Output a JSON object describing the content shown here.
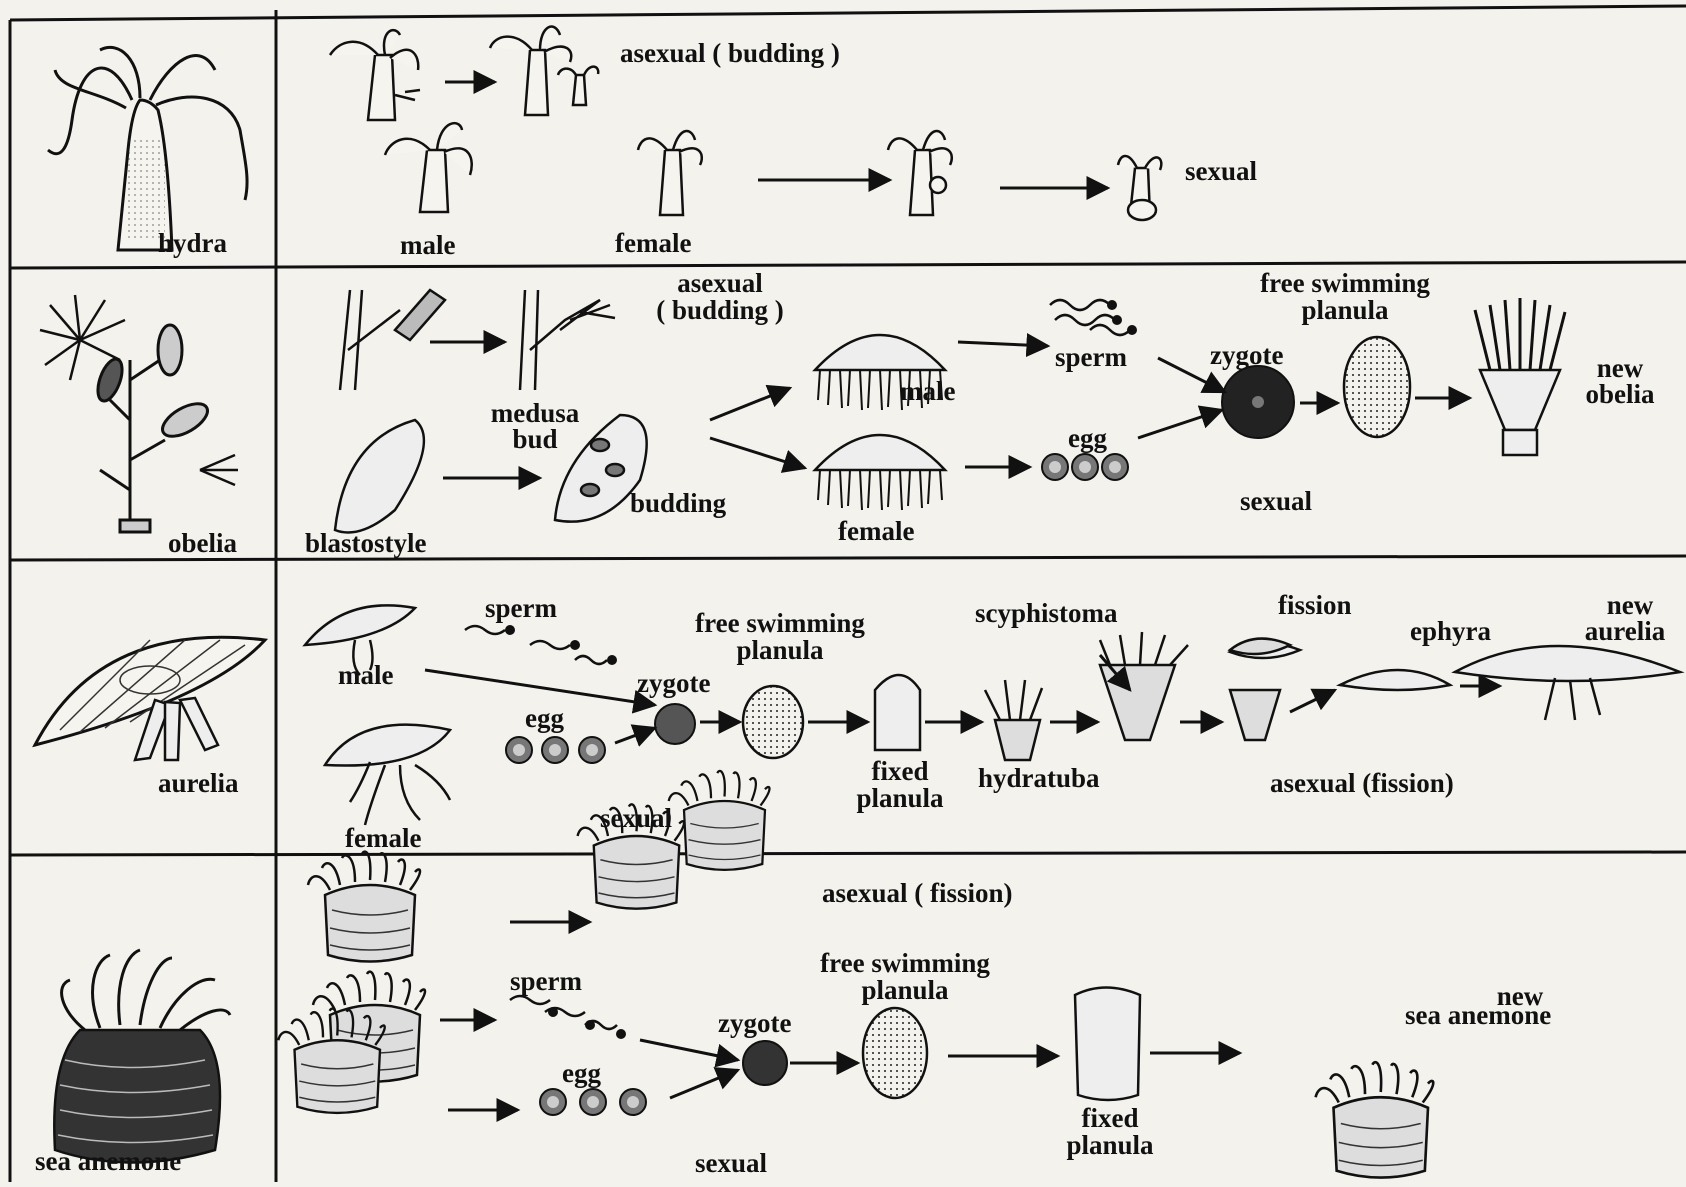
{
  "rows": {
    "hydra": {
      "organism": "hydra",
      "asexual": "asexual ( budding )",
      "male": "male",
      "female": "female",
      "sexual": "sexual"
    },
    "obelia": {
      "organism": "obelia",
      "asexual_l1": "asexual",
      "asexual_l2": "( budding )",
      "medusa_l1": "medusa",
      "medusa_l2": "bud",
      "blastostyle": "blastostyle",
      "budding": "budding",
      "male": "male",
      "female": "female",
      "sperm": "sperm",
      "egg": "egg",
      "zygote": "zygote",
      "free_l1": "free swimming",
      "free_l2": "planula",
      "new_l1": "new",
      "new_l2": "obelia",
      "sexual": "sexual"
    },
    "aurelia": {
      "organism": "aurelia",
      "male": "male",
      "female": "female",
      "sperm": "sperm",
      "egg": "egg",
      "zygote": "zygote",
      "free_l1": "free swimming",
      "free_l2": "planula",
      "fixed_l1": "fixed",
      "fixed_l2": "planula",
      "hydratuba": "hydratuba",
      "scyphistoma": "scyphistoma",
      "fission": "fission",
      "ephyra": "ephyra",
      "new_l1": "new",
      "new_l2": "aurelia",
      "sexual": "sexual",
      "asexual": "asexual (fission)"
    },
    "sea_anemone": {
      "organism": "sea  anemone",
      "asexual": "asexual ( fission)",
      "sperm": "sperm",
      "egg": "egg",
      "zygote": "zygote",
      "free_l1": "free swimming",
      "free_l2": "planula",
      "fixed_l1": "fixed",
      "fixed_l2": "planula",
      "new_l1": "new",
      "new_l2": "sea anemone",
      "sexual": "sexual"
    }
  }
}
